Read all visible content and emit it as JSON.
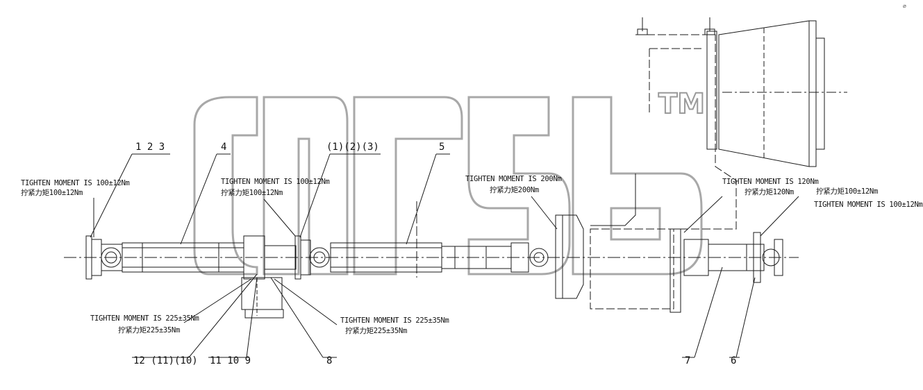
{
  "callouts": {
    "c1": "1 2 3",
    "c4": "4",
    "c123p": "(1)(2)(3)",
    "c5": "5",
    "c12": "12 (11)(10)",
    "c11109": "11 10 9",
    "c8": "8",
    "c7": "7",
    "c6": "6"
  },
  "notes": {
    "n1_en": "TIGHTEN MOMENT IS 100±12Nm",
    "n1_cn": "拧紧力矩100±12Nm",
    "n2_en": "TIGHTEN MOMENT IS 100±12Nm",
    "n2_cn": "拧紧力矩100±12Nm",
    "n3_en": "TIGHTEN MOMENT IS 200Nm",
    "n3_cn": "拧紧力矩200Nm",
    "n4_en": "TIGHTEN MOMENT IS 120Nm",
    "n4_cn": "拧紧力矩120Nm",
    "n5_cn": "拧紧力矩100±12Nm",
    "n5_en": "TIGHTEN MOMENT IS 100±12Nm",
    "n6_en": "TIGHTEN MOMENT IS 225±35Nm",
    "n6_cn": "拧紧力矩225±35Nm",
    "n7_en": "TIGHTEN MOMENT IS 225±35Nm",
    "n7_cn": "拧紧力矩225±35Nm"
  },
  "watermark": {
    "tm": "TM"
  },
  "colors": {
    "line": "#1a1a1a",
    "watermark": "#9a9a9a"
  }
}
